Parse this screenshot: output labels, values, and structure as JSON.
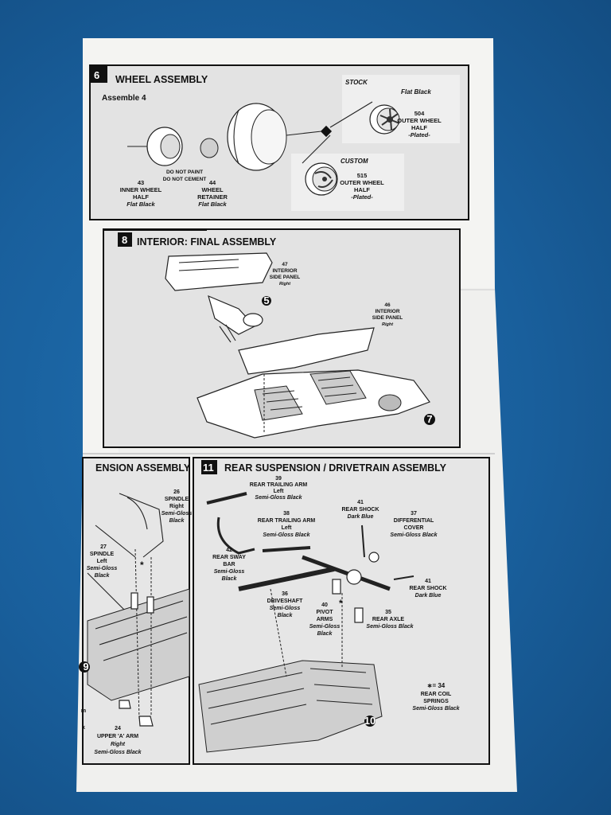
{
  "section6": {
    "number": "6",
    "title": "WHEEL ASSEMBLY",
    "subtitle": "Assemble 4",
    "stock_label": "STOCK",
    "custom_label": "CUSTOM",
    "stock_color": "Flat Black",
    "part504": [
      "504",
      "OUTER WHEEL",
      "HALF",
      "-Plated-"
    ],
    "part515": [
      "515",
      "OUTER WHEEL",
      "HALF",
      "-Plated-"
    ],
    "part43": [
      "43",
      "INNER WHEEL",
      "HALF",
      "Flat Black"
    ],
    "note": [
      "DO NOT PAINT",
      "DO NOT CEMENT"
    ],
    "part44": [
      "44",
      "WHEEL",
      "RETAINER",
      "Flat Black"
    ]
  },
  "section8": {
    "number": "8",
    "title": "INTERIOR: FINAL ASSEMBLY",
    "part47": [
      "47",
      "INTERIOR",
      "SIDE PANEL",
      "Right"
    ],
    "part46": [
      "46",
      "INTERIOR",
      "SIDE PANEL",
      "Right"
    ],
    "ref5": "5",
    "ref7": "7"
  },
  "section_left": {
    "title_fragment": "ENSION ASSEMBLY",
    "part26": [
      "26",
      "SPINDLE",
      "Right",
      "Semi-Gloss",
      "Black"
    ],
    "part27": [
      "27",
      "SPINDLE",
      "Left",
      "Semi-Gloss",
      "Black"
    ],
    "part24": [
      "24",
      "UPPER 'A' ARM",
      "Right",
      "Semi-Gloss Black"
    ],
    "frag_k": "k",
    "frag_m": "m",
    "ref9": "9",
    "asterisk": "*"
  },
  "section11": {
    "number": "11",
    "title": "REAR SUSPENSION / DRIVETRAIN ASSEMBLY",
    "part39": [
      "39",
      "REAR TRAILING ARM",
      "Left",
      "Semi-Gloss Black"
    ],
    "part38": [
      "38",
      "REAR TRAILING ARM",
      "Left",
      "Semi-Gloss Black"
    ],
    "part41a": [
      "41",
      "REAR SHOCK",
      "Dark Blue"
    ],
    "part37": [
      "37",
      "DIFFERENTIAL",
      "COVER",
      "Semi-Gloss Black"
    ],
    "part42": [
      "42",
      "REAR SWAY",
      "BAR",
      "Semi-Gloss",
      "Black"
    ],
    "part41b": [
      "41",
      "REAR SHOCK",
      "Dark Blue"
    ],
    "part36": [
      "36",
      "DRIVESHAFT",
      "Semi-Gloss",
      "Black"
    ],
    "part40": [
      "40",
      "PIVOT",
      "ARMS",
      "Semi-Gloss",
      "Black"
    ],
    "part35": [
      "35",
      "REAR AXLE",
      "Semi-Gloss Black"
    ],
    "springs": [
      "∗= 34",
      "REAR COIL",
      "SPRINGS",
      "Semi-Gloss Black"
    ],
    "ref10": "10",
    "asterisk": "*"
  }
}
